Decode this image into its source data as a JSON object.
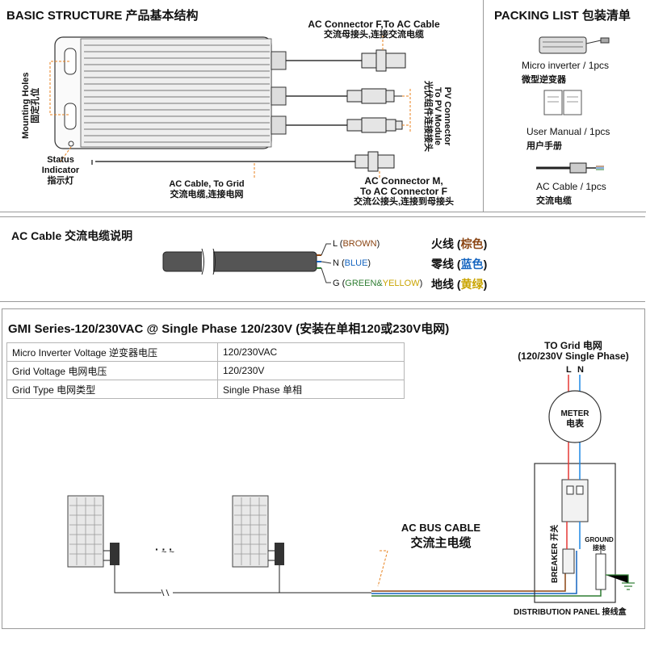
{
  "basic": {
    "title": "BASIC STRUCTURE 产品基本结构",
    "ac_connector_f_en": "AC Connector  F,To AC Cable",
    "ac_connector_f_cn": "交流母接头,连接交流电缆",
    "pv_connector_en_1": "PV Connector",
    "pv_connector_en_2": "To PV Module",
    "pv_connector_cn": "光伏组件连接接头",
    "mounting_en": "Mounting Holes",
    "mounting_cn": "固定孔位",
    "status_en_1": "Status",
    "status_en_2": "Indicator",
    "status_cn": "指示灯",
    "ac_cable_grid_en": "AC Cable, To Grid",
    "ac_cable_grid_cn": "交流电缆,连接电网",
    "ac_conn_m_en_1": "AC Connector  M,",
    "ac_conn_m_en_2": "To AC Connector  F",
    "ac_conn_m_cn": "交流公接头,连接到母接头"
  },
  "packing": {
    "title": "PACKING LIST 包装清单",
    "items": [
      {
        "name": "Micro inverter",
        "qty": " / 1pcs",
        "cn": "微型逆变器"
      },
      {
        "name": "User Manual",
        "qty": " / 1pcs",
        "cn": "用户手册"
      },
      {
        "name": "AC Cable",
        "qty": " / 1pcs",
        "cn": "交流电缆"
      }
    ]
  },
  "ac_cable": {
    "title": "AC Cable 交流电缆说明",
    "wires": [
      {
        "prefix": "L (",
        "color_name": "BROWN",
        "suffix": ")",
        "cn_a": "火线 (",
        "cn_b": "棕色",
        "cn_c": ")",
        "color": "#8B4513"
      },
      {
        "prefix": "N (",
        "color_name": "BLUE",
        "suffix": ")",
        "cn_a": "零线 (",
        "cn_b": "蓝色",
        "cn_c": ")",
        "color": "#1565C0"
      },
      {
        "prefix": "G (",
        "color_name": "GREEN&YELLOW",
        "suffix": ")",
        "cn_a": "地线 (",
        "cn_b": "黄绿",
        "cn_c": ")",
        "color": "#2E7D32",
        "color2": "#C9A400"
      }
    ]
  },
  "gmi": {
    "title": "GMI Series-120/230VAC @ Single Phase 120/230V  (安装在单相120或230V电网)",
    "table": [
      [
        "Micro Inverter Voltage 逆变器电压",
        "120/230VAC"
      ],
      [
        "Grid  Voltage 电网电压",
        "120/230V"
      ],
      [
        "Grid Type 电网类型",
        "Single Phase 单相"
      ]
    ],
    "to_grid_1": "TO Grid 电网",
    "to_grid_2": "(120/230V Single Phase)",
    "l_label": "L",
    "n_label": "N",
    "meter_en": "METER",
    "meter_cn": "电表",
    "ac_bus_en": "AC BUS CABLE",
    "ac_bus_cn": "交流主电缆",
    "breaker": "BREAKER 开关",
    "ground_en": "GROUND",
    "ground_cn": "接地",
    "dist_panel": "DISTRIBUTION PANEL 接线盒",
    "dots": "· · ·",
    "tilde": "~ ~"
  }
}
